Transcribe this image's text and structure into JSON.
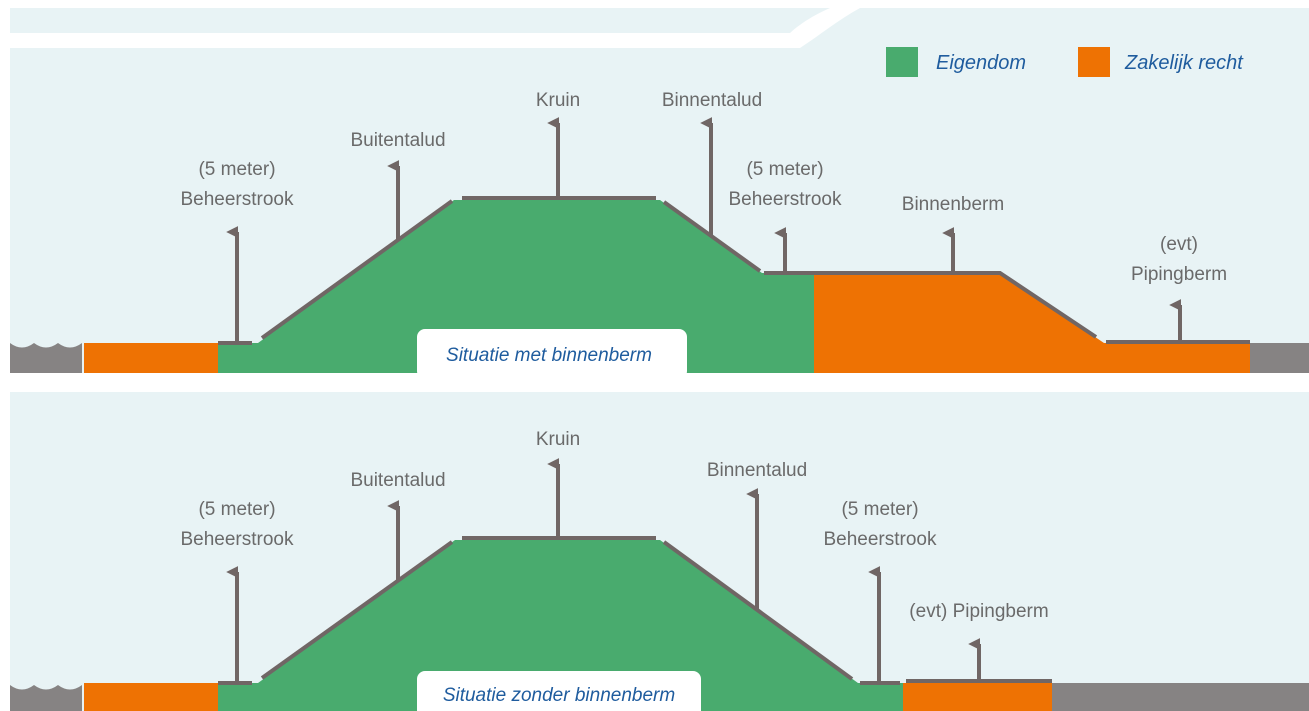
{
  "legend": {
    "items": [
      {
        "label": "Eigendom",
        "color": "#49ab6e"
      },
      {
        "label": "Zakelijk recht",
        "color": "#ee7203"
      }
    ]
  },
  "colors": {
    "background": "#e8f3f5",
    "eigendom": "#49ab6e",
    "zakelijk_recht": "#ee7203",
    "ground": "#868383",
    "outline": "#706665",
    "label_text": "#6a6a6a",
    "caption_text": "#1f5c9e"
  },
  "panel_met": {
    "caption": "Situatie met binnenberm",
    "labels": {
      "kruin": "Kruin",
      "binnentalud": "Binnentalud",
      "buitentalud": "Buitentalud",
      "beheerstrook_left_1": "(5 meter)",
      "beheerstrook_left_2": "Beheerstrook",
      "beheerstrook_right_1": "(5 meter)",
      "beheerstrook_right_2": "Beheerstrook",
      "binnenberm": "Binnenberm",
      "pipingberm_1": "(evt)",
      "pipingberm_2": "Pipingberm"
    }
  },
  "panel_zonder": {
    "caption": "Situatie zonder binnenberm",
    "labels": {
      "kruin": "Kruin",
      "buitentalud": "Buitentalud",
      "binnentalud": "Binnentalud",
      "beheerstrook_left_1": "(5 meter)",
      "beheerstrook_left_2": "Beheerstrook",
      "beheerstrook_right_1": "(5 meter)",
      "beheerstrook_right_2": "Beheerstrook",
      "pipingberm": "(evt) Pipingberm"
    }
  }
}
